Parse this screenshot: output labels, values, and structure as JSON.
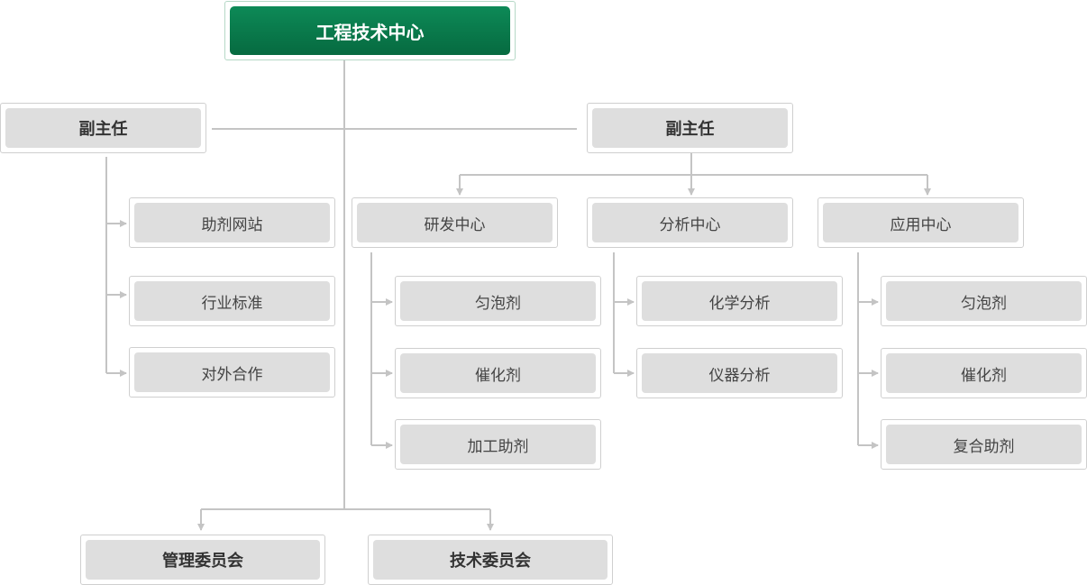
{
  "colors": {
    "root_top": "#0d8a57",
    "root_bottom": "#066a40",
    "node_fill": "#dedede",
    "connector": "#c4c4c4"
  },
  "root": {
    "label": "工程技术中心"
  },
  "deputies": [
    {
      "label": "副主任"
    },
    {
      "label": "副主任"
    }
  ],
  "left_branch": {
    "items": [
      {
        "label": "助剂网站"
      },
      {
        "label": "行业标准"
      },
      {
        "label": "对外合作"
      }
    ]
  },
  "centers": [
    {
      "label": "研发中心",
      "items": [
        {
          "label": "匀泡剂"
        },
        {
          "label": "催化剂"
        },
        {
          "label": "加工助剂"
        }
      ]
    },
    {
      "label": "分析中心",
      "items": [
        {
          "label": "化学分析"
        },
        {
          "label": "仪器分析"
        }
      ]
    },
    {
      "label": "应用中心",
      "items": [
        {
          "label": "匀泡剂"
        },
        {
          "label": "催化剂"
        },
        {
          "label": "复合助剂"
        }
      ]
    }
  ],
  "committees": [
    {
      "label": "管理委员会"
    },
    {
      "label": "技术委员会"
    }
  ]
}
